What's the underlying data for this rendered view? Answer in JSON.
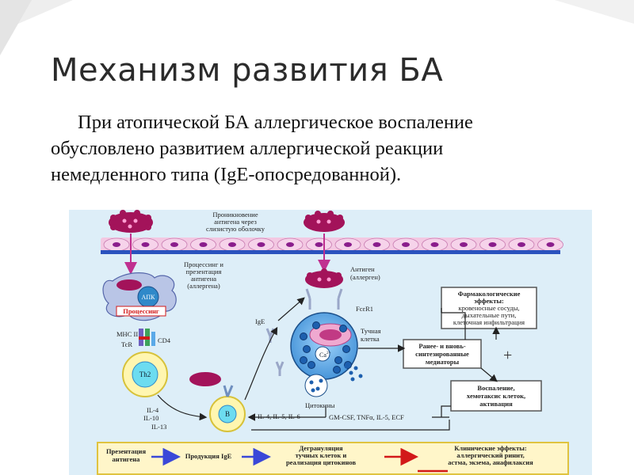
{
  "slide": {
    "title": "Механизм развития БА",
    "paragraph_lines": [
      "При атопической БА аллергическое воспаление",
      "обусловлено развитием аллергической реакции",
      "немедленного типа (IgE-опосредованной)."
    ]
  },
  "diagram": {
    "top_label": [
      "Проникновение",
      "антигена через",
      "слизистую оболочку"
    ],
    "processing_label": [
      "Процессинг и",
      "презентация",
      "антигена",
      "(аллергена)"
    ],
    "antigen_label": [
      "Антиген",
      "(аллерген)"
    ],
    "apc_label": "АПК",
    "processing_box": "Процессинг",
    "mhc_label": "МНС II",
    "tcr_label": "TcR",
    "cd4_label": "CD4",
    "th2_label": "Th2",
    "b_label": "B",
    "ige_label": "IgE",
    "fce_label": "FcεR1",
    "mast_label": [
      "Тучная",
      "клетка"
    ],
    "ca_label": "Ca",
    "ca_sup": "2+",
    "cytokines_label": "Цитокины",
    "il_left": [
      "IL-4",
      "IL-10",
      "IL-13"
    ],
    "il_right": "IL-4, IL-5, IL-6",
    "gm_label": "GM-CSF, TNFα, IL-5, ECF",
    "pharm_box": [
      "Фармакологические",
      "эффекты:",
      "кровеносные сосуды,",
      "дыхательные пути,",
      "клеточная инфильтрация"
    ],
    "mediators_box": [
      "Ранее- и вновь-",
      "синтезированные",
      "медиаторы"
    ],
    "plus": "+",
    "inflammation_box": [
      "Воспаление,",
      "хемотаксис клеток,",
      "активация"
    ],
    "bottom_row": {
      "presentation": [
        "Презентация",
        "антигена"
      ],
      "production": "Продукция IgE",
      "degranulation": [
        "Дегрануляция",
        "тучных клеток и",
        "реализация цитокинов"
      ],
      "clinical": [
        "Клинические эффекты:",
        "аллергический ринит,",
        "астма, экзема, анафилаксия"
      ]
    }
  },
  "colors": {
    "title": "#2b2b2b",
    "diagram_bg": "#ddeef8",
    "antigen": "#a3135a",
    "membrane": "#2a52be",
    "epithelium": "#f3c8e2",
    "cell_blue": "#5aa9e8",
    "cell_cyan": "#6cdcf0",
    "bottom_bar": "#fff6c9",
    "bottom_border": "#e0c340",
    "processing_red": "#d21919"
  }
}
